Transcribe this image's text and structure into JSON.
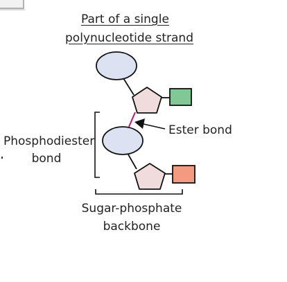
{
  "title": {
    "line1": "Part of a single",
    "line2": "polynucleotide strand"
  },
  "labels": {
    "phosphodiester_line1": "Phosphodiester",
    "phosphodiester_line2": "bond",
    "ester_bond": "Ester bond",
    "backbone_line1": "Sugar-phosphate",
    "backbone_line2": "backbone"
  },
  "colors": {
    "phosphate": "#dde2f3",
    "sugar": "#f0dcdc",
    "base_top": "#80c996",
    "base_bottom": "#f39a80",
    "ester_bond": "#c2186a",
    "outline": "#111111"
  }
}
